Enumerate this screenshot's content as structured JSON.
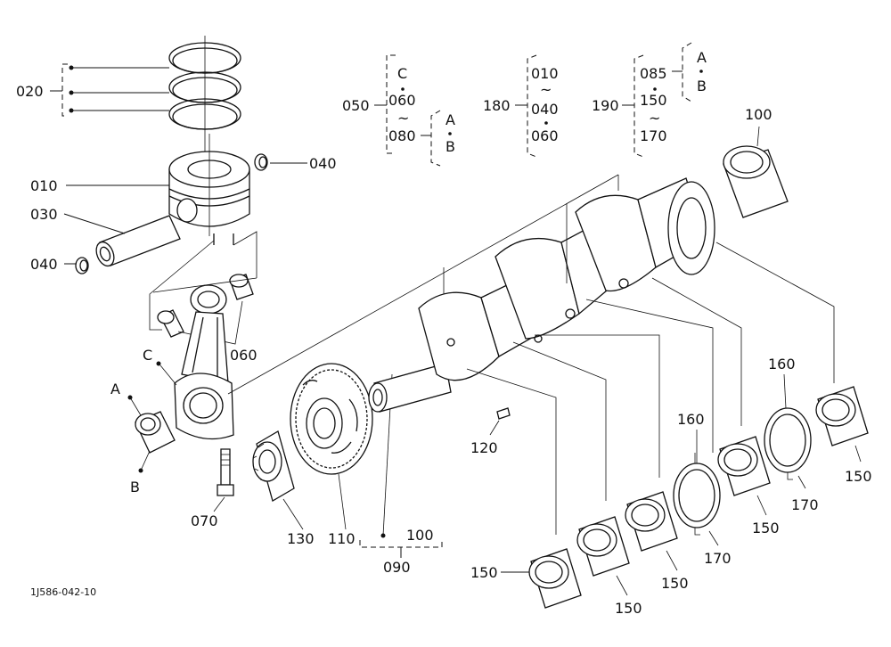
{
  "drawing_code": "1J586-042-10",
  "labels": {
    "p010": "010",
    "p020": "020",
    "p030": "030",
    "p040a": "040",
    "p040b": "040",
    "p050": "050",
    "p060a": "060",
    "p070": "070",
    "p090": "090",
    "p100a": "100",
    "p100b": "100",
    "p110": "110",
    "p120": "120",
    "p130": "130",
    "p150a": "150",
    "p150b": "150",
    "p150c": "150",
    "p150d": "150",
    "p150e": "150",
    "p160a": "160",
    "p160b": "160",
    "p170a": "170",
    "p170b": "170",
    "p180": "180",
    "p190": "190",
    "A": "A",
    "B": "B",
    "C": "C"
  },
  "variant_groups": {
    "g050": {
      "code": "050",
      "items": [
        "C",
        "060",
        "~",
        "080"
      ],
      "sub": [
        "A",
        "B"
      ]
    },
    "g180": {
      "code": "180",
      "items": [
        "010",
        "~",
        "040",
        "060"
      ]
    },
    "g190": {
      "code": "190",
      "items": [
        "085",
        "150",
        "~",
        "170"
      ],
      "sub": [
        "A",
        "B"
      ]
    }
  }
}
